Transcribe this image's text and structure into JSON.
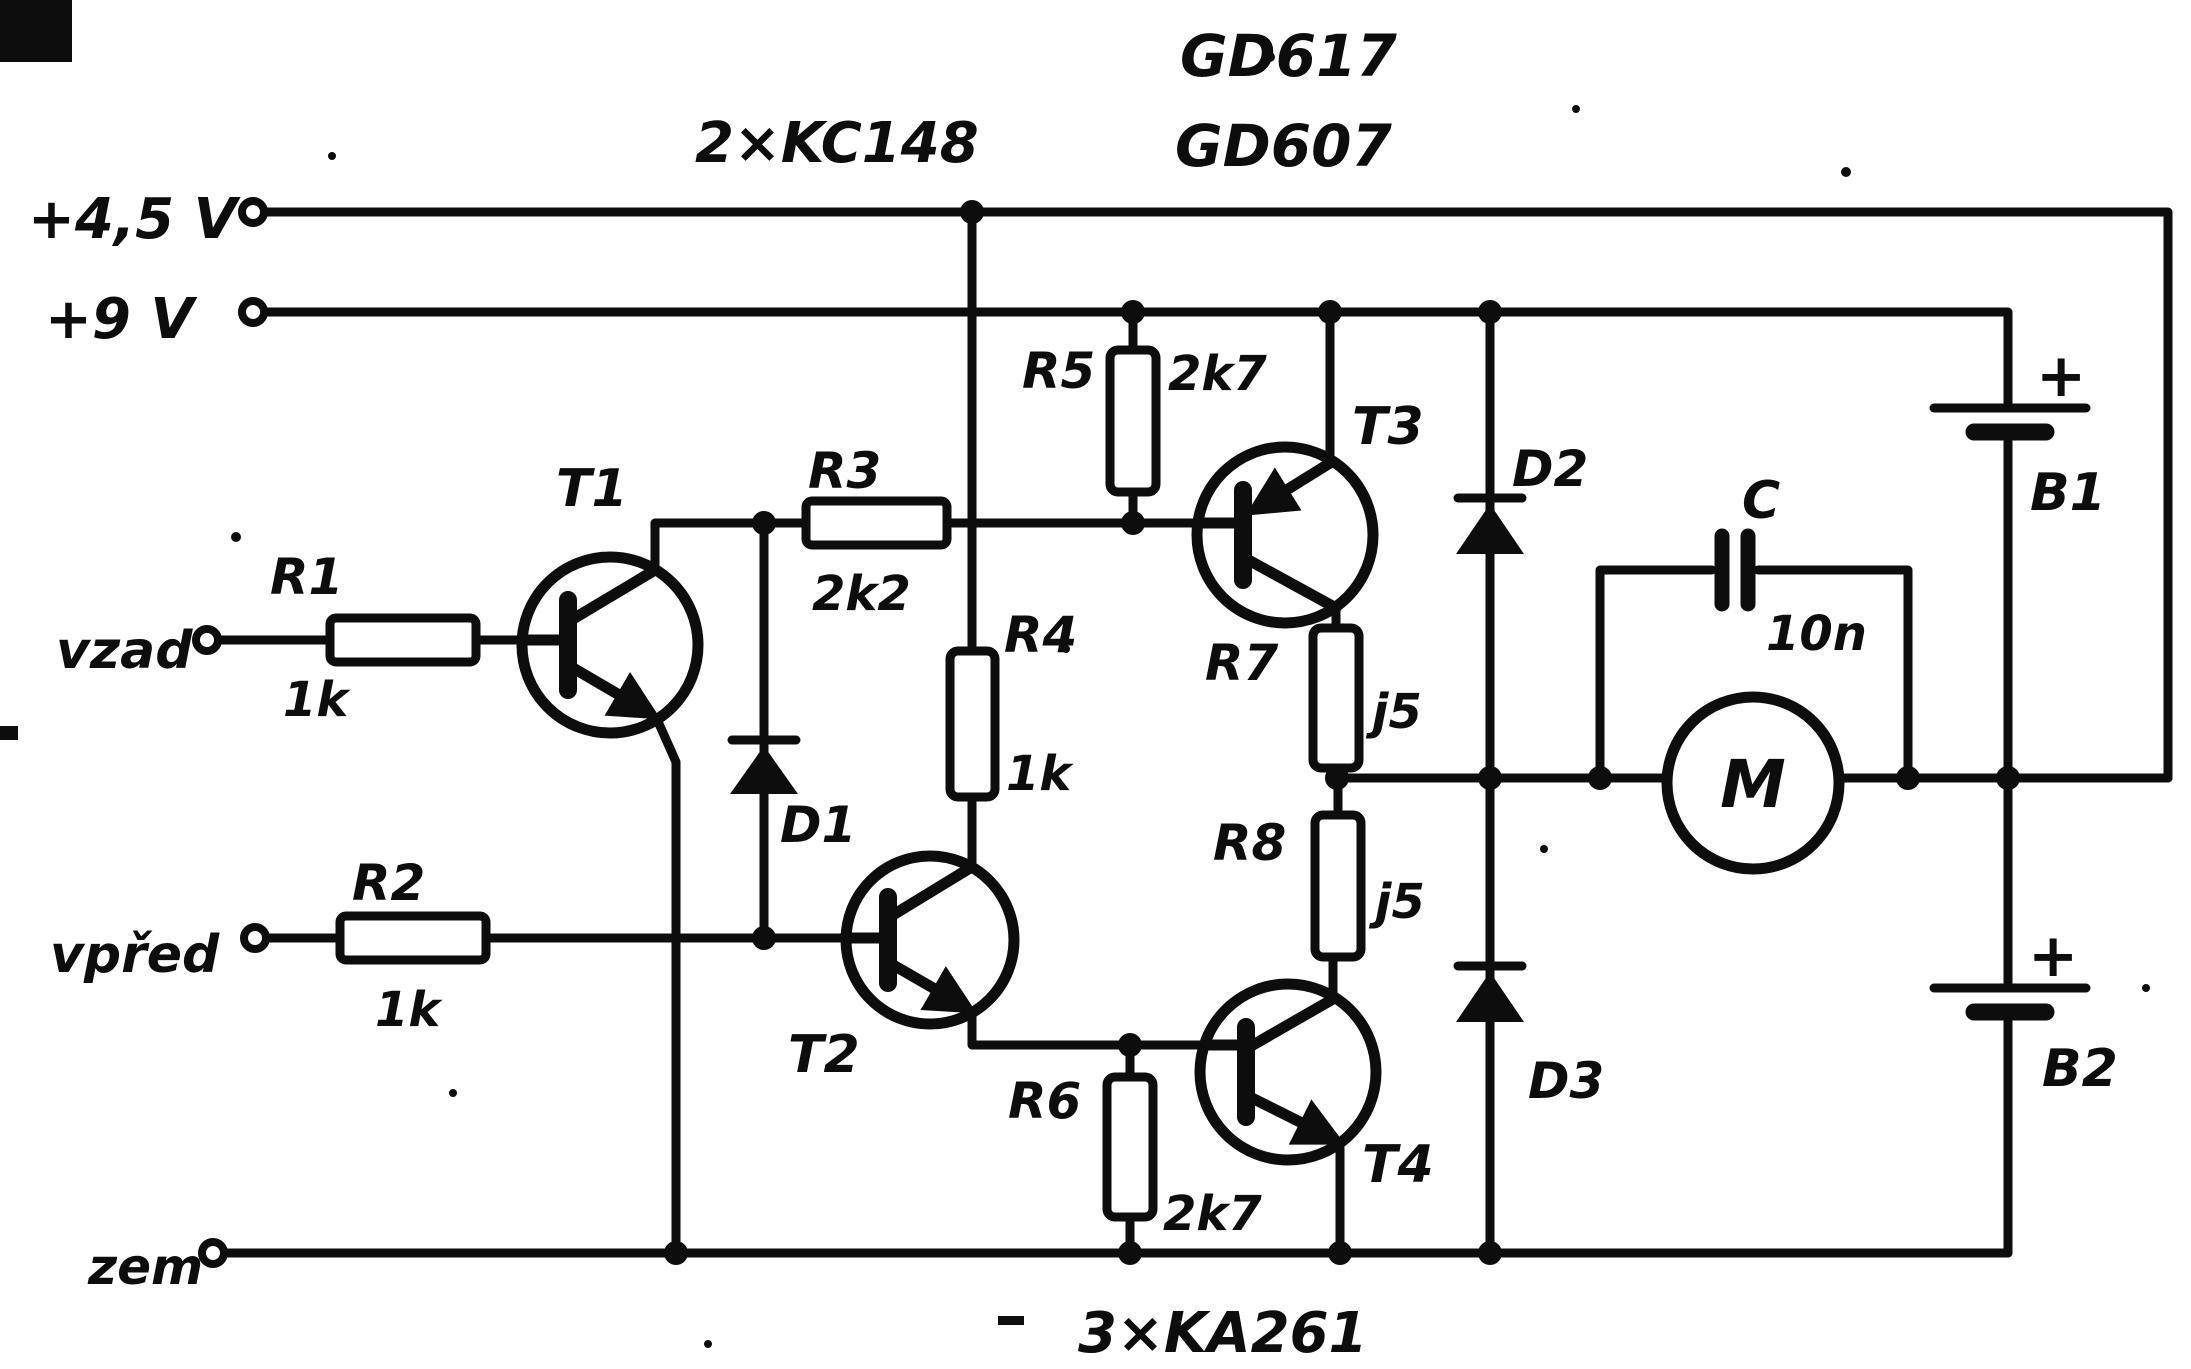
{
  "diagram": {
    "device_labels": {
      "output_pair_line1": "GD617",
      "output_pair_line2": "GD607",
      "driver_pair": "2×KC148",
      "diode_set": "3×KA261"
    },
    "terminals": {
      "supply_45": "+4,5 V",
      "supply_9": "+9 V",
      "input_reverse": "vzad",
      "input_forward": "vpřed",
      "ground": "zem"
    },
    "components": {
      "r1": {
        "ref": "R1",
        "value": "1k"
      },
      "r2": {
        "ref": "R2",
        "value": "1k"
      },
      "r3": {
        "ref": "R3",
        "value": "2k2"
      },
      "r4": {
        "ref": "R4",
        "value": "1k"
      },
      "r5": {
        "ref": "R5",
        "value": "2k7"
      },
      "r6": {
        "ref": "R6",
        "value": "2k7"
      },
      "r7": {
        "ref": "R7",
        "value": "j5"
      },
      "r8": {
        "ref": "R8",
        "value": "j5"
      },
      "t1": {
        "ref": "T1"
      },
      "t2": {
        "ref": "T2"
      },
      "t3": {
        "ref": "T3"
      },
      "t4": {
        "ref": "T4"
      },
      "d1": {
        "ref": "D1"
      },
      "d2": {
        "ref": "D2"
      },
      "d3": {
        "ref": "D3"
      },
      "c": {
        "ref": "C",
        "value": "10n"
      },
      "motor": {
        "ref": "M"
      },
      "b1": {
        "ref": "B1",
        "polarity": "+"
      },
      "b2": {
        "ref": "B2",
        "polarity": "+"
      }
    },
    "colors": {
      "ink": "#0d0d0d",
      "paper": "#ffffff"
    }
  }
}
